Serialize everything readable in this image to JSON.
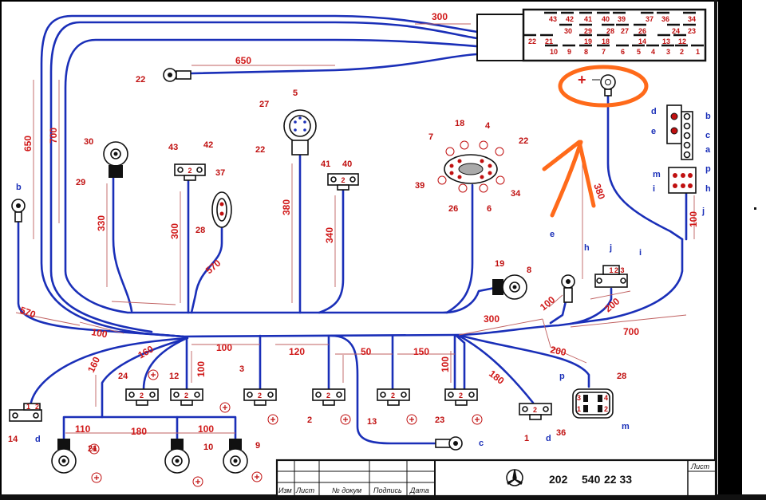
{
  "drawing": {
    "part_number": [
      "202",
      "540",
      "22 33"
    ],
    "sheet_label": "Лист",
    "title_block_headers": [
      "Изм",
      "Лист",
      "№ докум",
      "Подпись",
      "Дата"
    ],
    "logo": "mercedes-star"
  },
  "colors": {
    "wire": "#1a2fb8",
    "dimension": "#d01818",
    "annotation": "#ff6a1a",
    "label_blue": "#1a2fb8"
  },
  "main_connector": {
    "pins_row1": [
      "43",
      "42",
      "41",
      "40",
      "39",
      "37",
      "36",
      "34"
    ],
    "pins_row2": [
      "30",
      "29",
      "28",
      "27",
      "26",
      "24",
      "23"
    ],
    "pins_row3": [
      "22",
      "21",
      "19",
      "18",
      "14",
      "13",
      "12"
    ],
    "pins_row4": [
      "10",
      "9",
      "8",
      "7",
      "6",
      "5",
      "4",
      "3",
      "2",
      "1"
    ]
  },
  "dimensions": {
    "d300_top": "300",
    "d650_top": "650",
    "d650_left": "650",
    "d700_left": "700",
    "d330": "330",
    "d300_mid": "300",
    "d380_mid": "380",
    "d340": "340",
    "d570_mid": "570",
    "d380_right": "380",
    "d100_right": "100",
    "d570_left": "570",
    "d100_left": "100",
    "d100_b1": "100",
    "d120": "120",
    "d50": "50",
    "d150": "150",
    "d100_b2": "100",
    "d180_b": "180",
    "d300_b": "300",
    "d100_b3": "100",
    "d200_a": "200",
    "d200_b": "200",
    "d700_b": "700",
    "d160_a": "160",
    "d160_b": "160",
    "d100_v": "100",
    "d110": "110",
    "d180_low": "180",
    "d100_low": "100"
  },
  "labels": {
    "n22_top": "22",
    "n27": "27",
    "n5": "5",
    "n22_mid": "22",
    "n30": "30",
    "n29": "29",
    "n43": "43",
    "n42": "42",
    "n37": "37",
    "n28_left": "28",
    "n41": "41",
    "n40": "40",
    "n7": "7",
    "n18": "18",
    "n4": "4",
    "n22_r": "22",
    "n39": "39",
    "n34": "34",
    "n26": "26",
    "n6": "6",
    "n19": "19",
    "n8": "8",
    "n24": "24",
    "n12": "12",
    "n3": "3",
    "n2": "2",
    "n13": "13",
    "n23": "23",
    "n1": "1",
    "n36": "36",
    "n28_b": "28",
    "n14": "14",
    "n21": "21",
    "n10": "10",
    "n9": "9"
  },
  "letters": {
    "b_left": "b",
    "d_left": "d",
    "c_bot": "c",
    "d_bot": "d",
    "e_mid": "e",
    "h_mid": "h",
    "j_mid": "j",
    "i_mid": "i",
    "p_conn": "p",
    "m_conn": "m",
    "d_relay": "d",
    "b_relay": "b",
    "e_relay": "e",
    "c_relay": "c",
    "a_relay": "a",
    "m_relay": "m",
    "p_relay": "p",
    "i_relay": "i",
    "h_relay": "h",
    "j_relay": "j"
  },
  "connector_pins": {
    "p1": "1",
    "p2": "2",
    "p23": "2 3",
    "p3": "3",
    "p4": "4"
  },
  "annotation": {
    "plus_symbol": "+"
  }
}
